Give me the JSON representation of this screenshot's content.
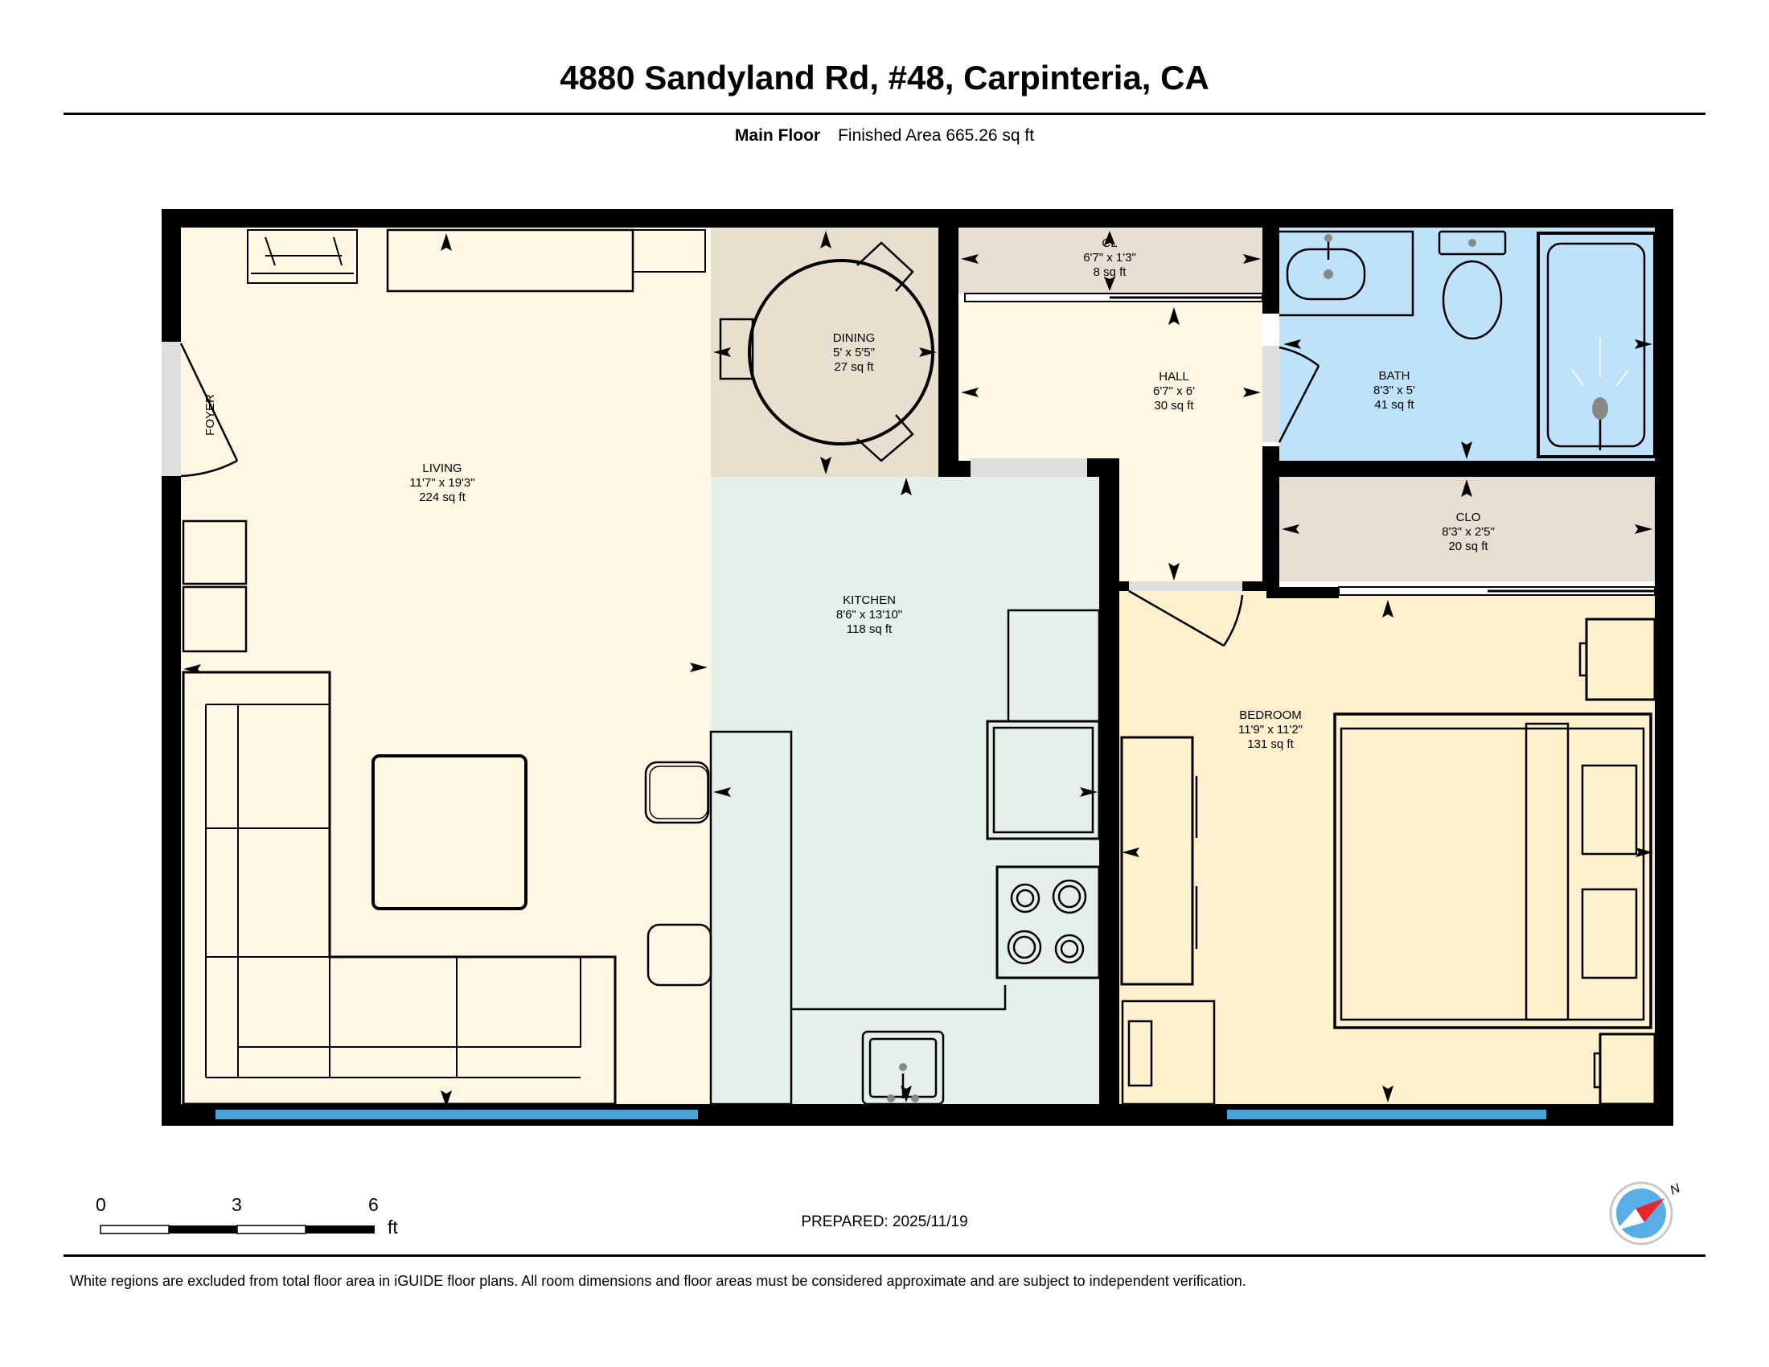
{
  "title": "4880 Sandyland Rd, #48, Carpinteria, CA",
  "floor": {
    "name": "Main Floor",
    "finished_area": "Finished Area 665.26 sq ft"
  },
  "rooms": {
    "living": {
      "name": "LIVING",
      "dims": "11'7\" x 19'3\"",
      "area": "224 sq ft"
    },
    "dining": {
      "name": "DINING",
      "dims": "5' x 5'5\"",
      "area": "27 sq ft"
    },
    "cl": {
      "name": "CL",
      "dims": "6'7\" x 1'3\"",
      "area": "8 sq ft"
    },
    "hall": {
      "name": "HALL",
      "dims": "6'7\" x 6'",
      "area": "30 sq ft"
    },
    "bath": {
      "name": "BATH",
      "dims": "8'3\" x 5'",
      "area": "41 sq ft"
    },
    "clo": {
      "name": "CLO",
      "dims": "8'3\" x 2'5\"",
      "area": "20 sq ft"
    },
    "kitchen": {
      "name": "KITCHEN",
      "dims": "8'6\" x 13'10\"",
      "area": "118 sq ft"
    },
    "bedroom": {
      "name": "BEDROOM",
      "dims": "11'9\" x 11'2\"",
      "area": "131 sq ft"
    },
    "foyer": {
      "name": "FOYER"
    }
  },
  "scale": {
    "ticks": [
      "0",
      "3",
      "6"
    ],
    "unit": "ft"
  },
  "compass": {
    "label": "N"
  },
  "prepared": "PREPARED: 2025/11/19",
  "disclaimer": "White regions are excluded from total floor area in iGUIDE floor plans. All room dimensions and floor areas must be considered approximate and are subject to independent verification.",
  "colors": {
    "living": "#fdf7e3",
    "dining": "#e9dfd0",
    "closet": "#e8dfd2",
    "hall": "#fdf7e3",
    "bath": "#bfe2fb",
    "kitchen": "#e4f1ea",
    "bedroom": "#fdf0cc",
    "wall": "#000000",
    "window": "#4aa3d8",
    "door_gap": "#dedede",
    "compass_red": "#e8262a",
    "compass_blue": "#5aaee8"
  }
}
